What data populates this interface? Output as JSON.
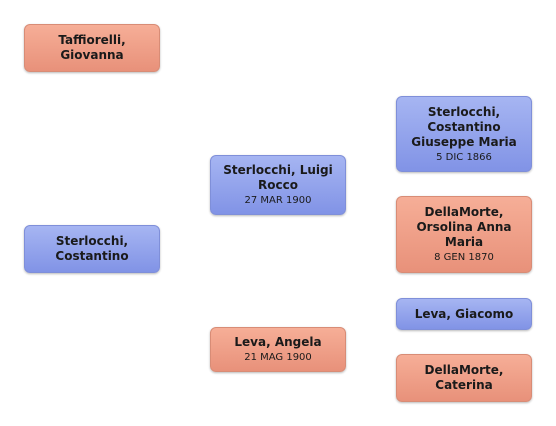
{
  "people": [
    {
      "name": "Taffiorelli,\nGiovanna",
      "date": "",
      "gender": "female"
    },
    {
      "name": "Sterlocchi,\nCostantino",
      "date": "",
      "gender": "male"
    },
    {
      "name": "Sterlocchi, Luigi\nRocco",
      "date": "27 MAR 1900",
      "gender": "male"
    },
    {
      "name": "Leva, Angela",
      "date": "21 MAG 1900",
      "gender": "female"
    },
    {
      "name": "Sterlocchi,\nCostantino\nGiuseppe Maria",
      "date": "5 DIC 1866",
      "gender": "male"
    },
    {
      "name": "DellaMorte,\nOrsolina Anna\nMaria",
      "date": "8 GEN 1870",
      "gender": "female"
    },
    {
      "name": "Leva, Giacomo",
      "date": "",
      "gender": "male"
    },
    {
      "name": "DellaMorte,\nCaterina",
      "date": "",
      "gender": "female"
    }
  ],
  "colors": {
    "male": "#8fa0ea",
    "female": "#f0a088"
  }
}
